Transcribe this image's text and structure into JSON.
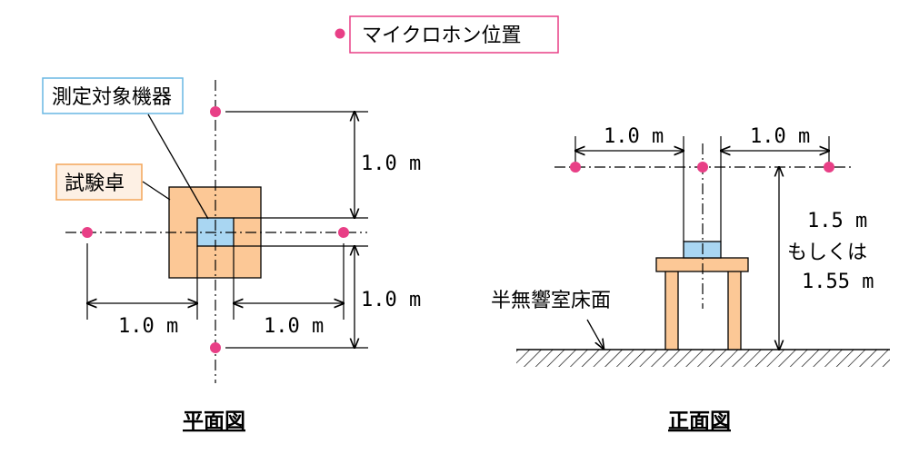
{
  "legend": {
    "label": "マイクロホン位置"
  },
  "plan": {
    "device_label": "測定対象機器",
    "table_label": "試験卓",
    "dim_vertical_top": "1.0 m",
    "dim_vertical_bottom": "1.0 m",
    "dim_horizontal_left": "1.0 m",
    "dim_horizontal_right": "1.0 m",
    "caption": "平面図"
  },
  "front": {
    "dim_left": "1.0 m",
    "dim_right": "1.0 m",
    "height_line1": "1.5 m",
    "height_line2": "もしくは",
    "height_line3": "1.55 m",
    "floor_label": "半無響室床面",
    "caption": "正面図"
  },
  "colors": {
    "mic": "#e83f86",
    "table_fill": "#fcc896",
    "device_fill": "#a9d6f2",
    "legend_border": "#e83f86",
    "device_label_border": "#69b7e3",
    "table_label_border": "#f3a55a",
    "table_label_fill": "#fdf0e4"
  }
}
